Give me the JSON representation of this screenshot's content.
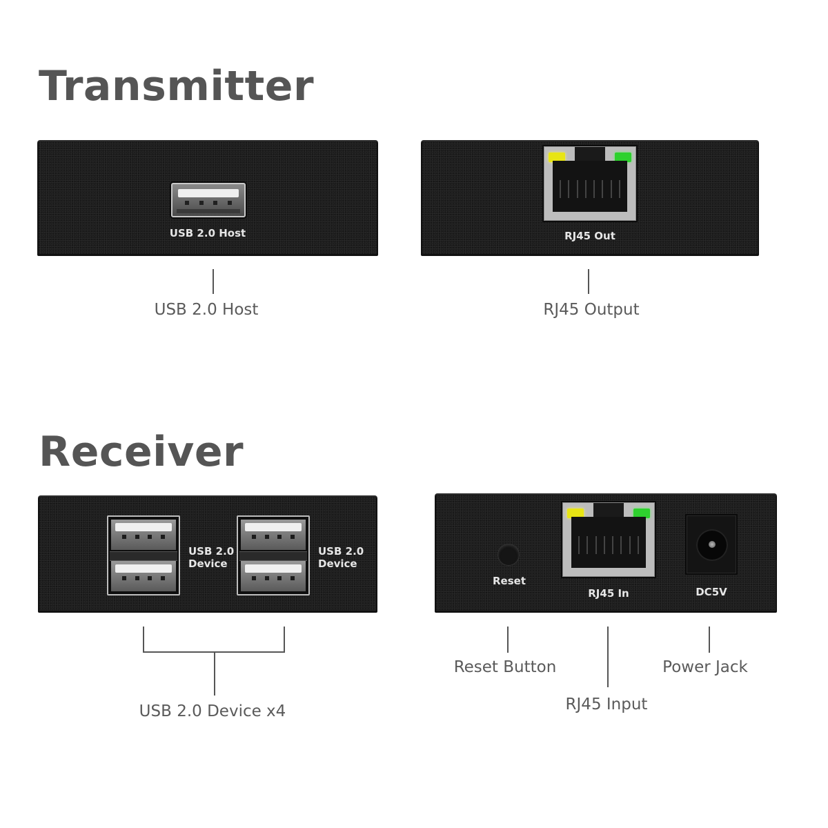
{
  "transmitter": {
    "title": "Transmitter",
    "left_panel": {
      "port_label": "USB 2.0 Host",
      "callout": "USB 2.0 Host"
    },
    "right_panel": {
      "port_label": "RJ45 Out",
      "callout": "RJ45 Output"
    }
  },
  "receiver": {
    "title": "Receiver",
    "left_panel": {
      "port_labels": [
        "USB 2.0\nDevice",
        "USB 2.0\nDevice"
      ],
      "callout": "USB 2.0 Device x4"
    },
    "right_panel": {
      "reset_label": "Reset",
      "rj45_label": "RJ45 In",
      "dc_label": "DC5V",
      "callouts": {
        "reset": "Reset Button",
        "rj45": "RJ45 Input",
        "power": "Power Jack"
      }
    }
  },
  "colors": {
    "title": "#555555",
    "led_yellow": "#e8e514",
    "led_green": "#2ed12e",
    "panel": "#1d1d1d"
  }
}
